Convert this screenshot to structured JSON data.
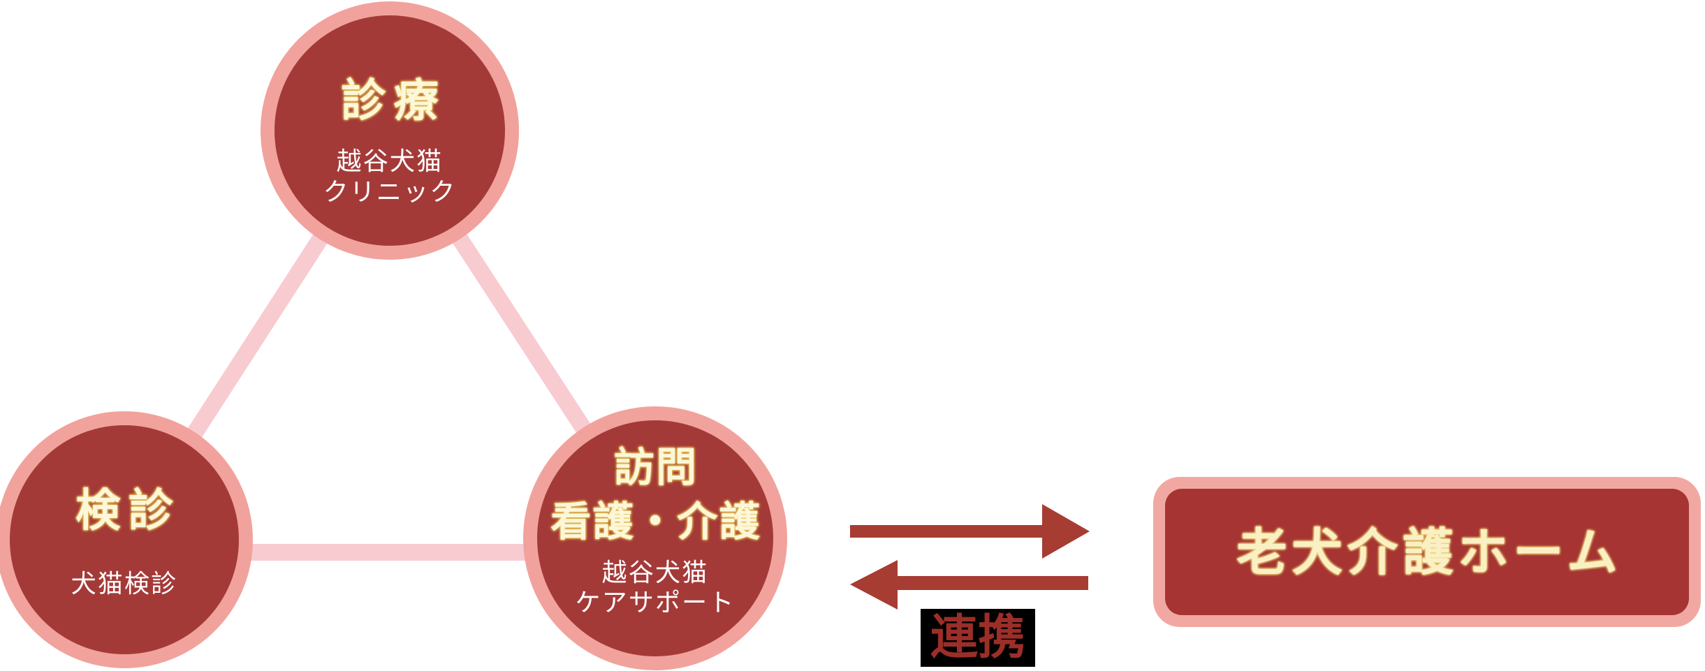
{
  "colors": {
    "page_bg": "#ffffff",
    "circle_fill": "#a43a38",
    "circle_rim": "#f1a29c",
    "connector_pink": "#f8cbd1",
    "arrow_red": "#a73c32",
    "box_fill": "#a53433",
    "box_rim": "#f2a8a2",
    "title_cream": "#fdf7d8",
    "title_glow": "#e2be57",
    "subtitle_white": "#ffffff",
    "home_label_cream": "#faf0c4",
    "home_label_glow": "#eed478",
    "renkei_red": "#9c2e28",
    "renkei_bg": "#000000"
  },
  "circle_top": {
    "title": "診療",
    "sub1": "越谷犬猫",
    "sub2": "クリニック"
  },
  "circle_left": {
    "title": "検診",
    "sub1": "犬猫検診"
  },
  "circle_right": {
    "title1": "訪問",
    "title2": "看護・介護",
    "sub1": "越谷犬猫",
    "sub2": "ケアサポート"
  },
  "relation": {
    "label": "連携"
  },
  "home": {
    "label": "老犬介護ホーム"
  }
}
